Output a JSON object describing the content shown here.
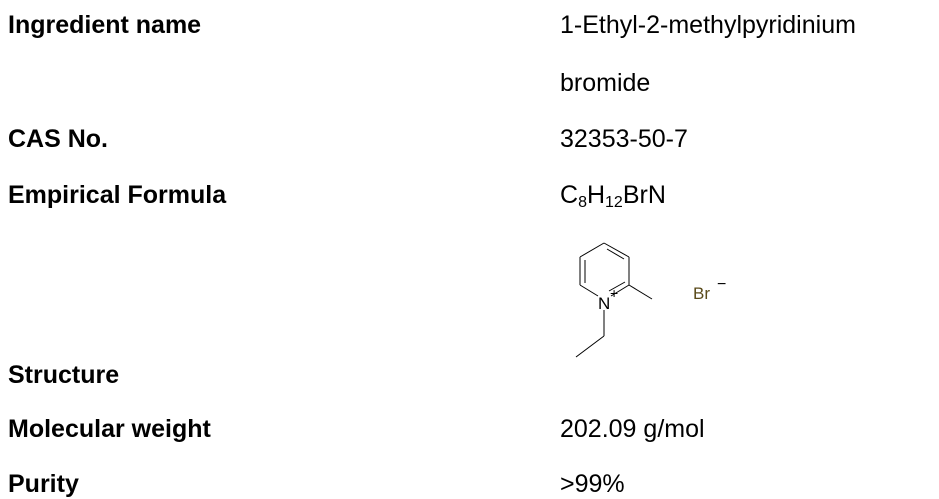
{
  "rows": {
    "ingredient_name": {
      "label": "Ingredient name",
      "value_line1": "1-Ethyl-2-methylpyridinium",
      "value_line2": "bromide"
    },
    "cas_no": {
      "label": "CAS No.",
      "value": "32353-50-7"
    },
    "empirical_formula": {
      "label": "Empirical Formula",
      "parts": {
        "c": "C",
        "c_count": "8",
        "h": "H",
        "h_count": "12",
        "rest": "BrN"
      }
    },
    "structure": {
      "label": "Structure",
      "atoms": {
        "nitrogen": "N",
        "nitrogen_charge": "+",
        "bromide": "Br",
        "bromide_charge": "−"
      },
      "colors": {
        "bonds": "#000000",
        "bromide": "#5a4a1a"
      }
    },
    "molecular_weight": {
      "label": "Molecular weight",
      "value": "202.09 g/mol"
    },
    "purity": {
      "label": "Purity",
      "value": ">99%"
    }
  }
}
